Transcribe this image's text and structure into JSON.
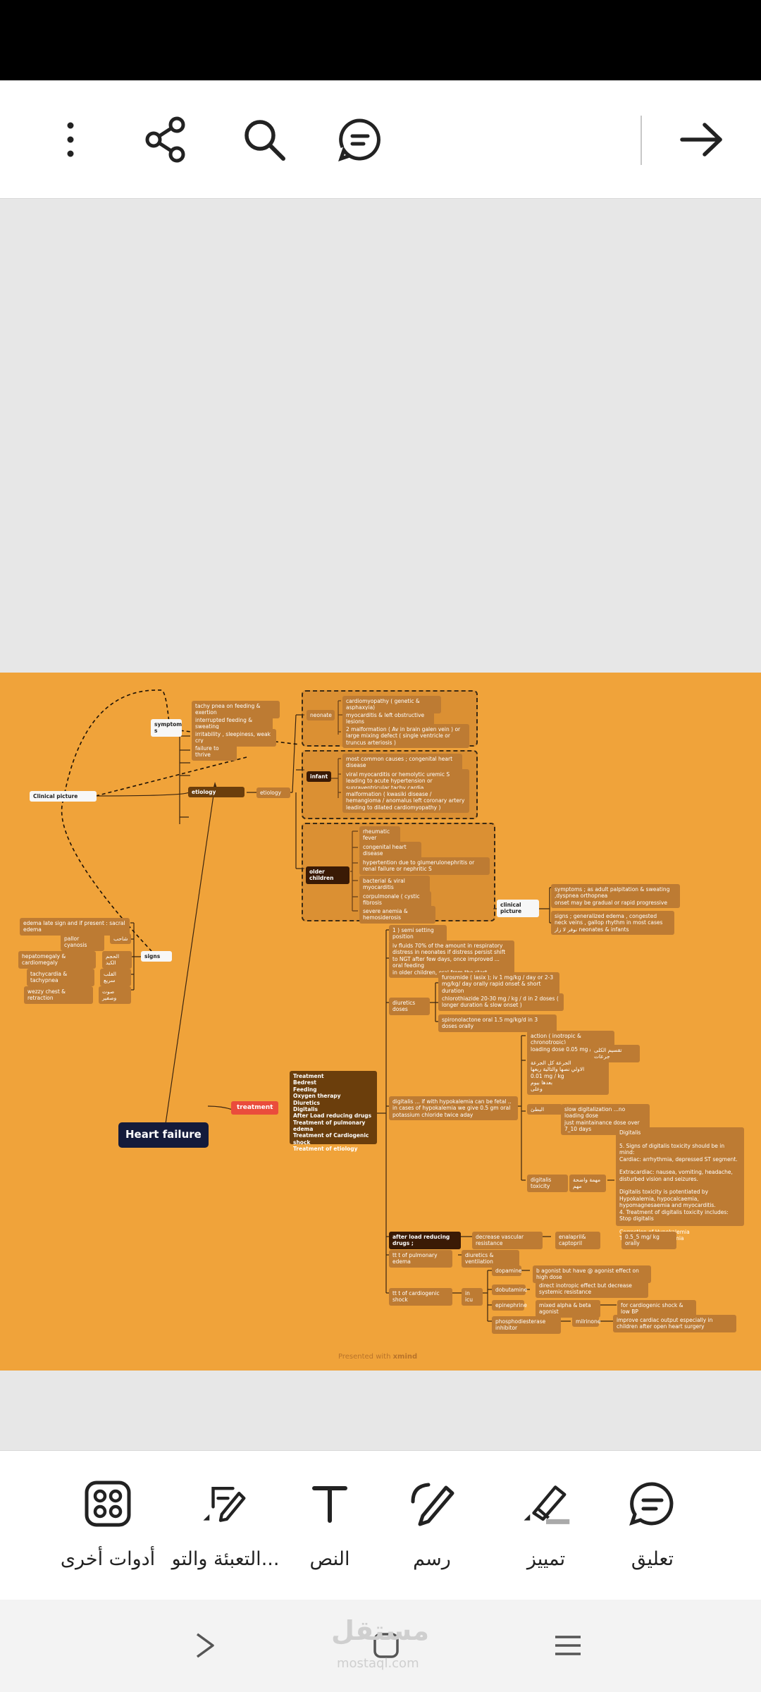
{
  "toolbar": {
    "menu_icon": "more-vertical-icon",
    "share_icon": "share-icon",
    "search_icon": "search-icon",
    "comments_icon": "comment-icon",
    "forward_icon": "arrow-right-icon"
  },
  "mindmap": {
    "root": "Heart failure",
    "treatment": "treatment",
    "treatment_list": "Treatment\nBedrest\nFeeding\nOxygen therapy\nDiuretics\nDigitalis\nAfter Load reducing drugs\nTreatment of pulmonary edema\nTreatment of Cardiogenic shock\nTreatment of etiology",
    "clinical_picture": "Clinical picture",
    "symptoms": "symptom\ns",
    "symptoms_items": [
      "tachy pnea on feeding & exertion",
      "interrupted feeding & sweating",
      "irritability , sleepiness, weak cry",
      "failure to thrive"
    ],
    "signs": "signs",
    "signs_items": [
      "edema late sign and if present : sacral edema",
      "pallor cyanosis",
      "hepatomegaly & cardiomegaly",
      "tachycardia & tachypnea",
      "wezzy chest & retraction"
    ],
    "signs_ar": [
      "شاحب",
      "الحجم الكبد",
      "القلب سريع",
      "صوت وصفير"
    ],
    "etiology": "etiology",
    "etiology_sub": "etiology",
    "neonate": "neonate",
    "neonate_items": [
      "cardiomyopathy ( genetic & asphaxyia)",
      "myocarditis & left obstructive lesions",
      "2 malformation ( Av in brain galen vein ) or large mixing defect ( single ventricle or truncus arteriosis )"
    ],
    "infant": "infant",
    "infant_items": [
      "most common causes ; congenital heart disease",
      "viral myocarditis or hemolytic uremic S leading to acute hypertension  or supraventricular tachy cardia",
      "malformation ( kwasiki disease / hemangioma / anomalus left coronary artery leading to dilated cardiomyopathy )"
    ],
    "older_children": "older children",
    "older_items": [
      "rheumatic fever",
      "congenital heart disease",
      "hypertention due to glumerulonephritis or renal failure or nephritic S",
      "bacterial & viral myocarditis",
      "corpulmonale ( cystic fibrosis",
      "severe anemia & hemosiderosis"
    ],
    "clinical_picture_2": "clinical\npicture",
    "clinical_items": [
      "symptoms ; as adult palpitation & sweating ,dyspnea orthopnea\nonset may be gradual or rapid progressive",
      "signs ; generalized edema , congested neck veins , gallop rhythm in most cases\nنوفر لا زاز neonates & infants"
    ],
    "t_items": [
      "1 ) semi setting position",
      "iv fluids 70% of the amount in respiratory distress in neonates if distress persist shift to NGT after few days, once improved ... oral feeding\nin older children, oral from the start",
      "diuretics doses",
      "digitalis ... if with hypokalemia can be fetal .. in cases of hypokalemia we give 0.5 gm oral potassium chloride twice aday",
      "after load reducing drugs ;",
      "tt t of pulmonary edema",
      "tt t of cardiogenic shock"
    ],
    "diuretics": [
      "furosmide ( lasix ); iv 1 mg/kg / day or 2-3 mg/kg/ day orally  rapid onset & short duration",
      "chlorothiazide 20-30 mg / kg / d in 2 doses ( longer duration & slow onset )",
      "spironolactone oral 1.5 mg/kg/d in 3 doses orally"
    ],
    "digitalis_action": "action ( inotropic & chronotropic)",
    "digitalis_loading": "loading dose 0.05 mg / kg\n\nالجرعة كل الجرعة\nالاولي نصها والتالية ربعها\n0.01 mg / kg\nبعدها بيوم\nوعلى",
    "digitalis_loading_ar": "تقسيم الكلى جرعات",
    "digitalis_maint": "slow digitalization ...no loading dose\njust maintainance dose over 7_10 days",
    "digitalis_maint_ar": "البطئ",
    "digitalis_toxicity": "digitalis toxicity",
    "digitalis_toxicity_ar": "مهمة واضحة مهم",
    "digitalis_toxicity_text": "Digitalis\n\n5. Signs of digitalis toxicity should be in mind:\nCardiac: arrhythmia, depressed ST segment.\n\nExtracardiac: nausea, vomiting, headache, disturbed vision and seizures.\n\nDigitalis toxicity is potentiated by Hypokalemia, hypocalcaemia, hypomagnesaemia and myocarditis.\n4. Treatment of digitalis toxicity includes:\nStop digitalis\n\nCorrection of Hypokalemia\nTreatment of arrhythmia",
    "afterload_1": "decrease vascular resistance",
    "afterload_2": "enalapril& captopril",
    "afterload_3": "0.5_5 mg/ kg orally",
    "pulm_edema": "diuretics & ventilation",
    "shock_icu": "in icu",
    "shock_drugs": [
      "dopamine",
      "dobutamine",
      "epinephrine",
      "phosphodiesterase inhibitor"
    ],
    "shock_effects": [
      "b agonist but have @ agonist effect on high dose",
      "direct inotropic effect but decrease systemic resistance",
      "mixed alpha & beta agonist",
      "milrinone"
    ],
    "shock_extra": [
      "for cardiogenic shock & low BP",
      "improve cardiac output especially in children after open heart surgery"
    ],
    "watermark_prefix": "Presented with ",
    "watermark_brand": "xmind"
  },
  "bottom_tools": [
    {
      "label": "تعليق",
      "icon": "comment-icon"
    },
    {
      "label": "تمييز",
      "icon": "highlighter-icon"
    },
    {
      "label": "رسم",
      "icon": "pen-draw-icon"
    },
    {
      "label": "النص",
      "icon": "text-icon"
    },
    {
      "label": "التعبئة والتو...",
      "icon": "fill-sign-icon"
    },
    {
      "label": "أدوات أخرى",
      "icon": "grid-apps-icon"
    }
  ],
  "nav": {
    "recents_icon": "recents-icon",
    "home_icon": "home-icon",
    "back_icon": "back-icon",
    "watermark_ar": "مستقل",
    "watermark_en": "mostaql.com"
  }
}
